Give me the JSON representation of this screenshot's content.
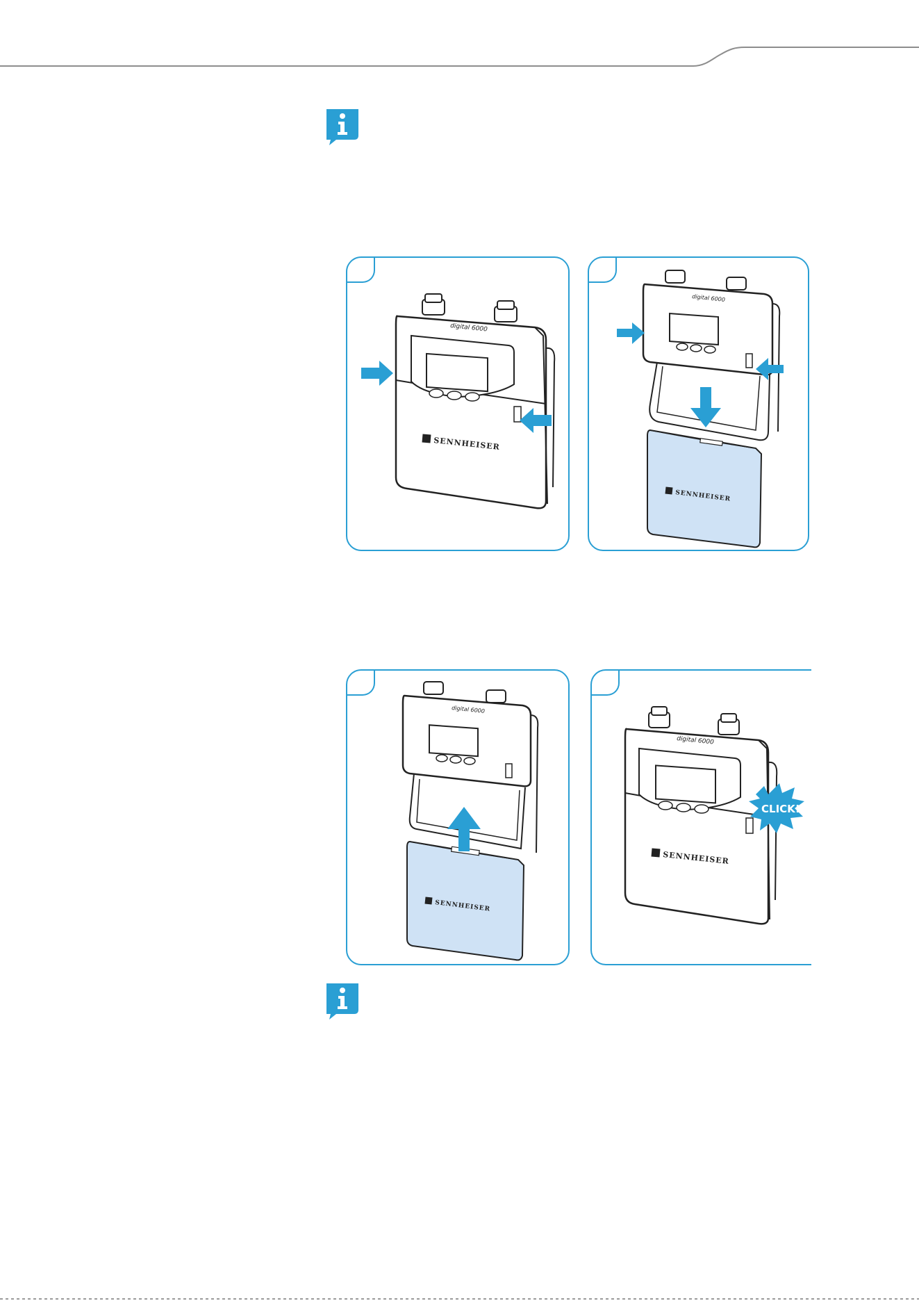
{
  "page": {
    "accent_color": "#2a9fd4",
    "battery_color": "#cfe2f5"
  },
  "notes": [
    {
      "icon": "info-icon"
    },
    {
      "icon": "info-icon"
    }
  ],
  "device": {
    "brand": "SENNHEISER",
    "model": "digital 6000"
  },
  "figures": [
    {
      "step": "press-release-buttons",
      "arrows": 2,
      "battery_visible": false
    },
    {
      "step": "remove-battery",
      "arrows": 3,
      "battery_visible": true
    },
    {
      "step": "insert-battery",
      "arrows": 1,
      "battery_visible": true
    },
    {
      "step": "battery-locked",
      "callout": "CLICK!",
      "battery_visible": false
    }
  ]
}
